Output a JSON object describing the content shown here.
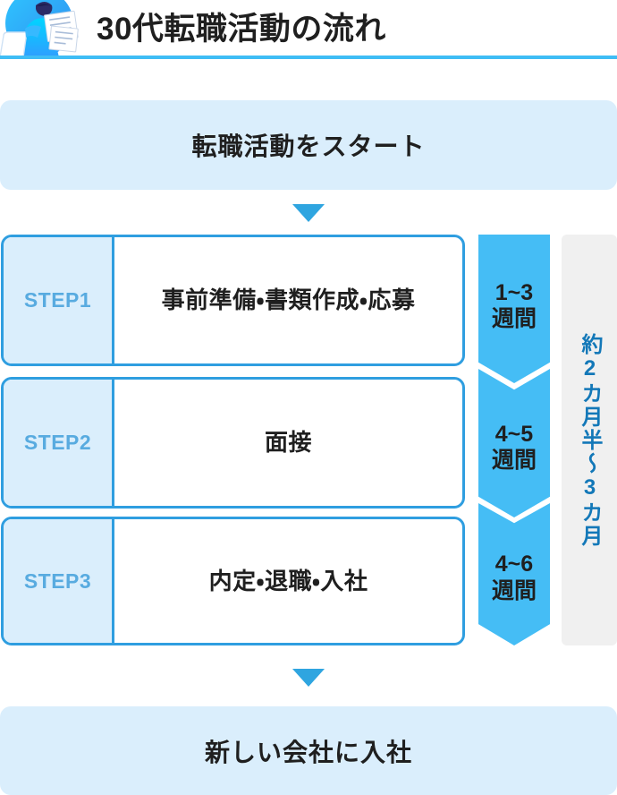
{
  "header": {
    "title": "30代転職活動の流れ",
    "illustration_name": "person-with-laptop-and-documents",
    "rule_color": "#3fbdf5"
  },
  "flow": {
    "start_banner": "転職活動をスタート",
    "end_banner": "新しい会社に入社",
    "arrow_color": "#2fa5e0",
    "steps": [
      {
        "label": "STEP1",
        "title": "事前準備・書類作成・応募",
        "duration_number": "1~3",
        "duration_unit": "週間"
      },
      {
        "label": "STEP2",
        "title": "面接",
        "duration_number": "4~5",
        "duration_unit": "週間"
      },
      {
        "label": "STEP3",
        "title": "内定・退職・入社",
        "duration_number": "4~6",
        "duration_unit": "週間"
      }
    ],
    "total_duration": "約2カ月半〜3カ月"
  },
  "colors": {
    "accent_blue": "#45bdf5",
    "border_blue": "#2f9ee0",
    "pale_blue": "#daeefc",
    "step_label_blue": "#58abe0",
    "total_text_blue": "#1378b8",
    "total_bg_gray": "#f0f0f0",
    "text_dark": "#1f1f1f"
  }
}
